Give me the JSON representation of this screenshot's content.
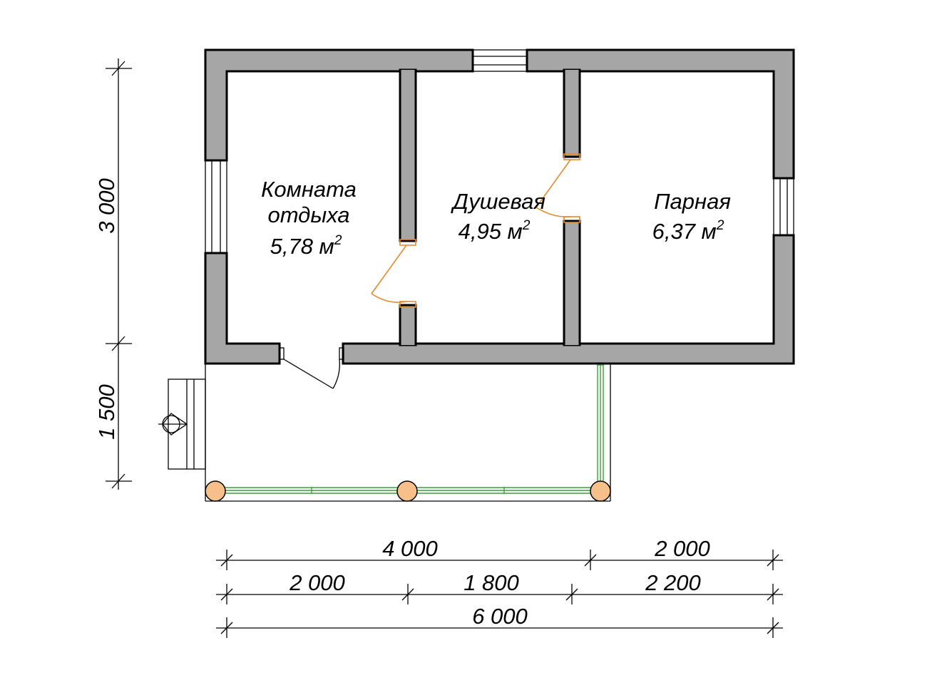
{
  "rooms": [
    {
      "name_line1": "Комната",
      "name_line2": "отдыха",
      "area_value": "5,78 м",
      "area_sup": "2"
    },
    {
      "name": "Душевая",
      "area_value": "4,95 м",
      "area_sup": "2"
    },
    {
      "name": "Парная",
      "area_value": "6,37 м",
      "area_sup": "2"
    }
  ],
  "dimensions": {
    "horizontal_top": [
      "4 000",
      "2 000"
    ],
    "horizontal_middle": [
      "2 000",
      "1 800",
      "2 200"
    ],
    "horizontal_total": "6 000",
    "vertical": [
      "3 000",
      "1 500"
    ]
  },
  "colors": {
    "wall_fill": "#a6a6a6",
    "door_swing": "#e58a2b",
    "railing": "#3a9d3a",
    "post_fill": "#f7c08a"
  }
}
